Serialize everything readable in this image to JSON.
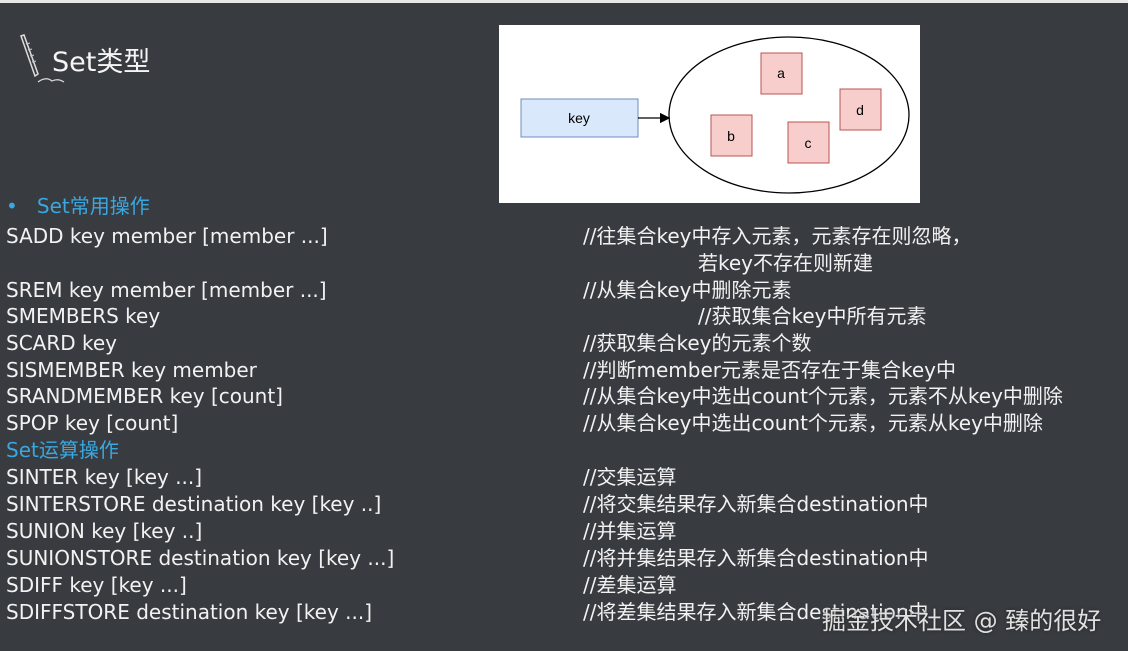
{
  "title": "Set类型",
  "diagram": {
    "key": "key",
    "members": [
      "a",
      "b",
      "c",
      "d"
    ]
  },
  "section1": "Set常用操作",
  "section2": "Set运算操作",
  "bullet": "•",
  "rows1": [
    {
      "cmd": "SADD  key  member  [member ...]",
      "comment": "//往集合key中存入元素，元素存在则忽略，",
      "comment2": "若key不存在则新建"
    },
    {
      "cmd": "SREM  key  member  [member ...]",
      "comment": "//从集合key中删除元素"
    },
    {
      "cmd": "SMEMBERS  key",
      "comment": "//获取集合key中所有元素"
    },
    {
      "cmd": "SCARD  key",
      "comment": "//获取集合key的元素个数"
    },
    {
      "cmd": "SISMEMBER  key  member",
      "comment": "//判断member元素是否存在于集合key中"
    },
    {
      "cmd": "SRANDMEMBER  key  [count]",
      "comment": "//从集合key中选出count个元素，元素不从key中删除"
    },
    {
      "cmd": "SPOP  key  [count]",
      "comment": "//从集合key中选出count个元素，元素从key中删除"
    }
  ],
  "rows2": [
    {
      "cmd": "SINTER  key  [key ...]",
      "comment": "//交集运算"
    },
    {
      "cmd": "SINTERSTORE  destination  key  [key ..]",
      "comment": "//将交集结果存入新集合destination中"
    },
    {
      "cmd": "SUNION  key  [key ..]",
      "comment": "//并集运算"
    },
    {
      "cmd": "SUNIONSTORE  destination  key  [key ...]",
      "comment": "//将并集结果存入新集合destination中"
    },
    {
      "cmd": "SDIFF  key  [key ...]",
      "comment": "//差集运算"
    },
    {
      "cmd": "SDIFFSTORE  destination  key  [key ...]",
      "comment": "//将差集结果存入新集合destination中"
    }
  ],
  "watermark": "掘金技术社区 @ 臻的很好"
}
